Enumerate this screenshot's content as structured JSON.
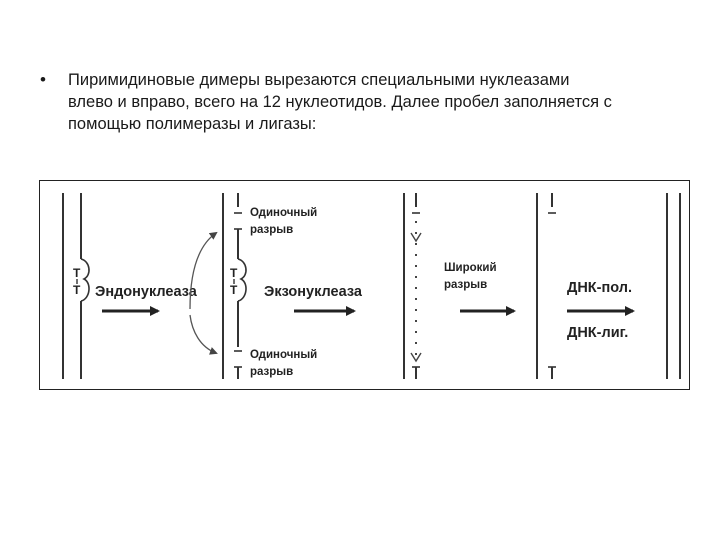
{
  "slide": {
    "bullet": "•",
    "text_lines": [
      "Пиримидиновые димеры вырезаются специальными нуклеазами",
      "влево и вправо, всего на 12 нуклеотидов. Далее пробел заполняется с",
      "помощью полимеразы и лигазы:"
    ]
  },
  "figure": {
    "dimer_top": "T",
    "dimer_bottom": "T",
    "step1_enzyme": "Эндонуклеаза",
    "nick_top_line1": "Одиночный",
    "nick_top_line2": "разрыв",
    "nick_bottom_line1": "Одиночный",
    "nick_bottom_line2": "разрыв",
    "step2_enzyme": "Экзонуклеаза",
    "gap_line1": "Широкий",
    "gap_line2": "разрыв",
    "step4_enzyme1": "ДНК-пол.",
    "step4_enzyme2": "ДНК-лиг."
  }
}
